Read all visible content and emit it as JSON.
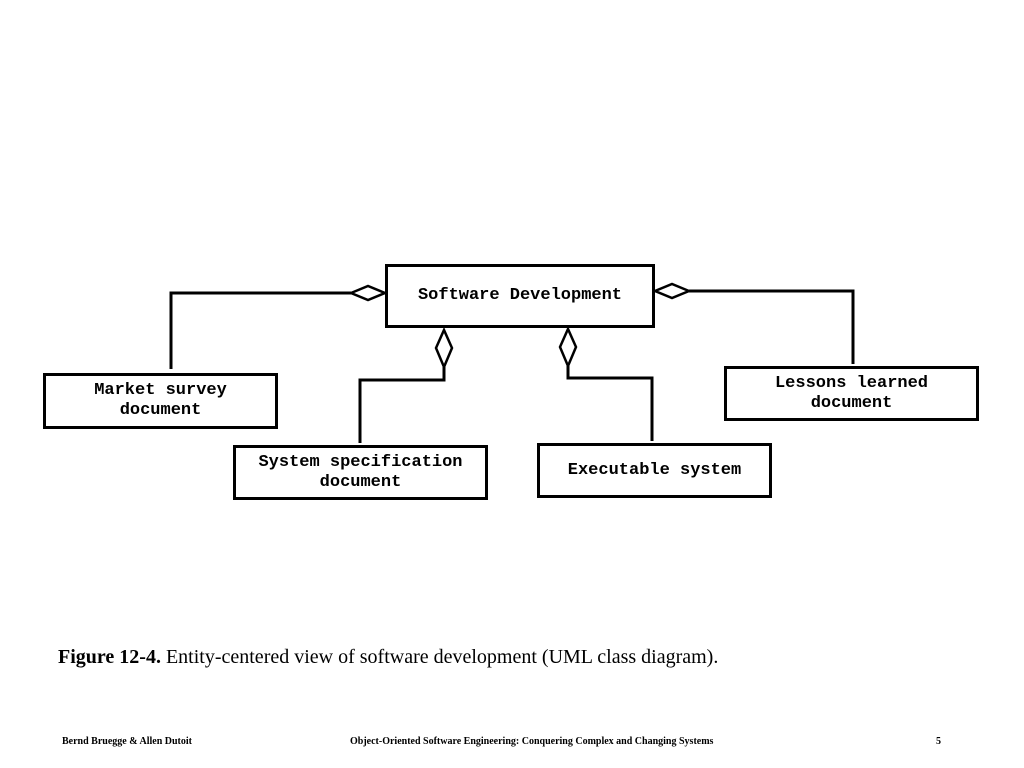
{
  "diagram": {
    "root": {
      "label": "Software Development"
    },
    "parts": [
      {
        "label": "Market survey\ndocument"
      },
      {
        "label": "System specification\ndocument"
      },
      {
        "label": "Executable system"
      },
      {
        "label": "Lessons learned\ndocument"
      }
    ],
    "relation": "aggregation"
  },
  "caption": {
    "label": "Figure 12-4.",
    "text": " Entity-centered view of software development (UML class diagram)."
  },
  "footer": {
    "authors": "Bernd Bruegge & Allen Dutoit",
    "book": "Object-Oriented Software Engineering: Conquering Complex and Changing Systems",
    "page": "5"
  }
}
